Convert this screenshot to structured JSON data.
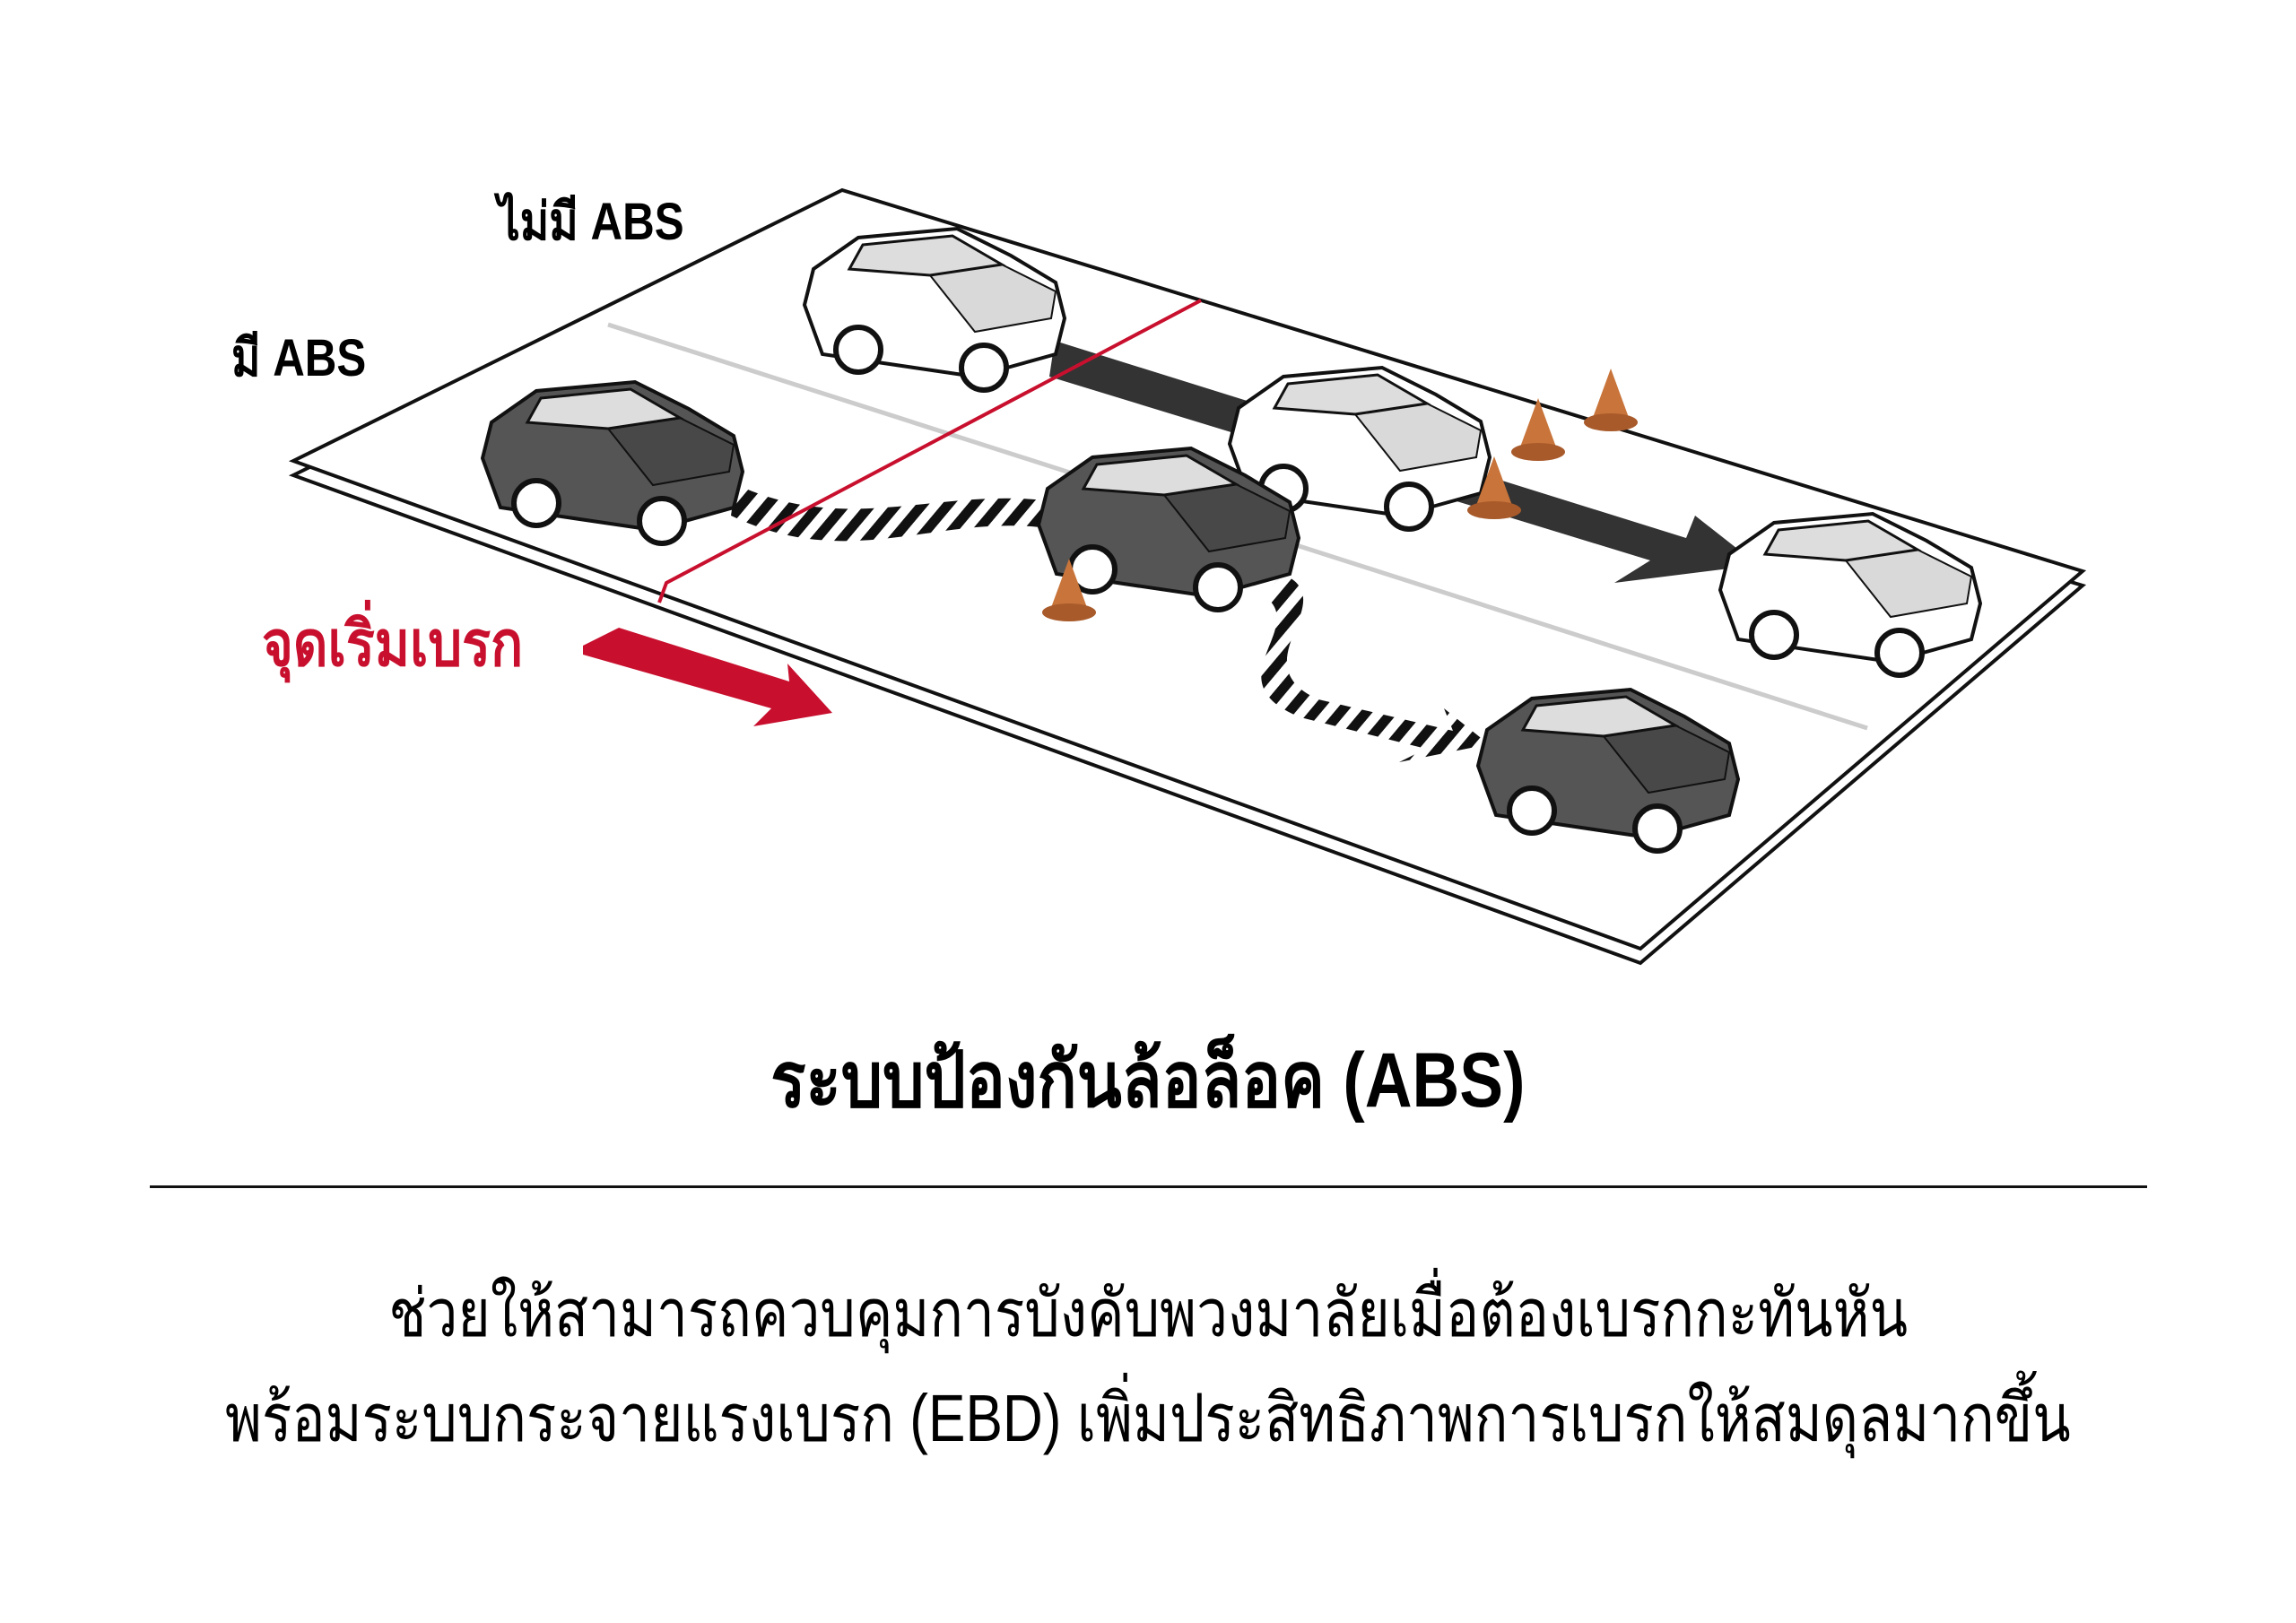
{
  "labels": {
    "without_abs": "ไม่มี ABS",
    "with_abs": "มี ABS",
    "brake_start": "จุดเริ่มเบรก"
  },
  "title": "ระบบป้องกันล้อล็อค (ABS)",
  "description": [
    "ช่วยให้สามารถควบคุมการบังคับพวงมาลัยเมื่อต้องเบรกกะทันหัน",
    "พร้อมระบบกระจายแรงเบรก (EBD) เพิ่มประสิทธิภาพการเบรกให้สมดุลมากขึ้น"
  ],
  "colors": {
    "accent": "#c8102e",
    "dark_car": "#555555",
    "cone": "#c8743a"
  }
}
